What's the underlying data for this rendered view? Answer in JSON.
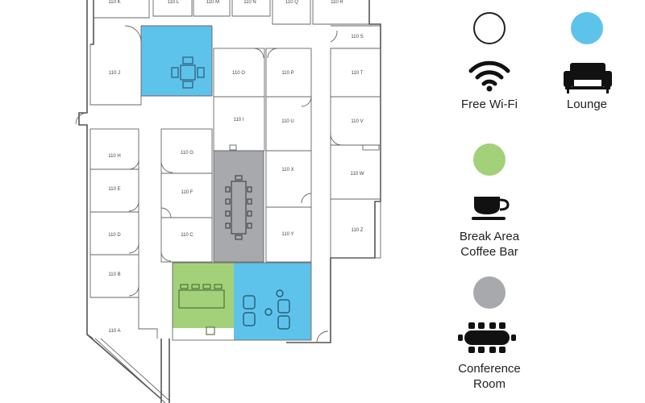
{
  "rooms": {
    "k": "110 K",
    "l": "110 L",
    "m": "110 M",
    "n": "110 N",
    "q": "110 Q",
    "r": "110 R",
    "s": "110 S",
    "j": "110 J",
    "o": "110 O",
    "p": "110 P",
    "t": "110 T",
    "i": "110 I",
    "u": "110 U",
    "v": "110 V",
    "h": "110 H",
    "g": "110 G",
    "x": "110 X",
    "w": "110 W",
    "e": "110 E",
    "f": "110 F",
    "d": "110 D",
    "c": "110 C",
    "y": "110 Y",
    "z": "110 Z",
    "b": "110 B",
    "a": "110 A"
  },
  "legend": {
    "wifi": {
      "label": "Free Wi-Fi",
      "color": "#ffffff",
      "icon": "wifi-icon"
    },
    "lounge": {
      "label": "Lounge",
      "color": "#5ec3ea",
      "icon": "sofa-icon"
    },
    "break": {
      "label_line1": "Break Area",
      "label_line2": "Coffee Bar",
      "color": "#a3d17a",
      "icon": "coffee-cup-icon"
    },
    "conference": {
      "label_line1": "Conference",
      "label_line2": "Room",
      "color": "#a7a9ac",
      "icon": "conference-table-icon"
    }
  },
  "colors": {
    "lounge": "#5ec3ea",
    "break": "#a3d17a",
    "conference": "#a7a9ac"
  }
}
